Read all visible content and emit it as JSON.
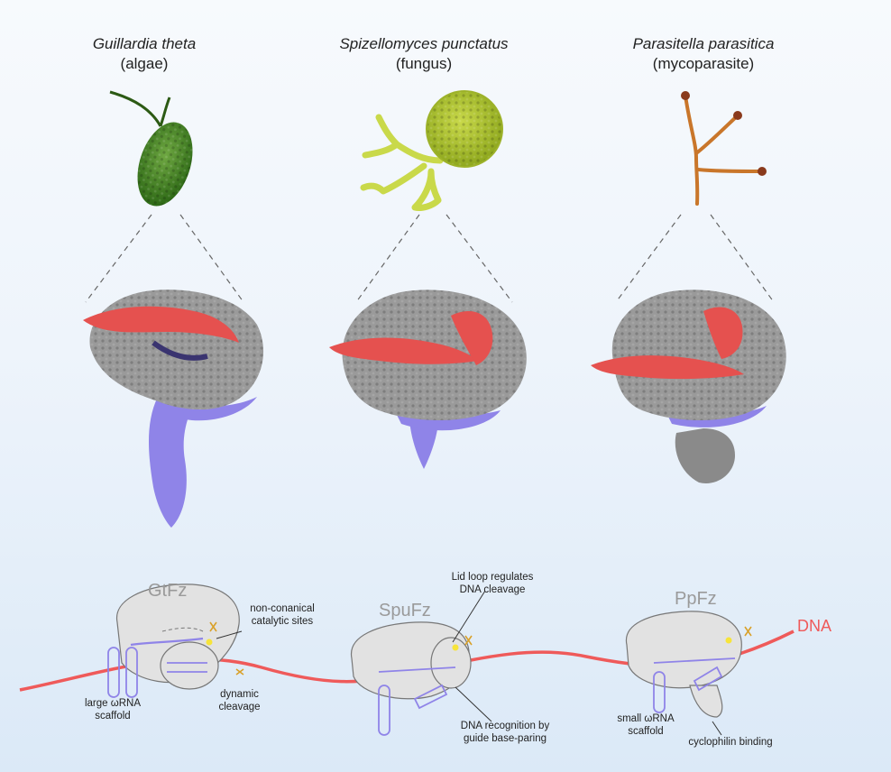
{
  "species": [
    {
      "name": "Guillardia theta",
      "group": "(algae)"
    },
    {
      "name": "Spizellomyces punctatus",
      "group": "(fungus)"
    },
    {
      "name": "Parasitella parasitica",
      "group": "(mycoparasite)"
    }
  ],
  "proteins": [
    "GtFz",
    "SpuFz",
    "PpFz"
  ],
  "dna_label": "DNA",
  "annotations": {
    "noncanonical": [
      "non-conanical",
      "catalytic sites"
    ],
    "large_scaffold": [
      "large ωRNA",
      "scaffold"
    ],
    "dynamic": [
      "dynamic",
      "cleavage"
    ],
    "lid_loop": [
      "Lid loop regulates",
      "DNA cleavage"
    ],
    "dna_recognition": [
      "DNA recognition by",
      "guide base-paring"
    ],
    "small_scaffold": [
      "small ωRNA",
      "scaffold"
    ],
    "cyclophilin": [
      "cyclophilin binding"
    ]
  },
  "colors": {
    "protein_grey": "#8c8c8c",
    "rna_purple": "#8f84e8",
    "dna_red": "#ef5a5a",
    "algae_green": "#3f7d22",
    "fungus_yellow": "#c9d94a",
    "mycoparasite_orange": "#c9762a"
  }
}
